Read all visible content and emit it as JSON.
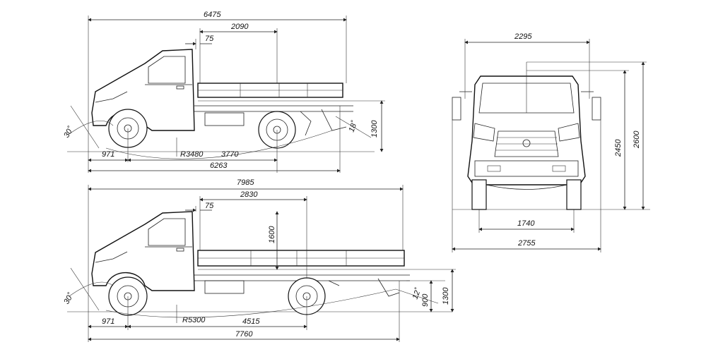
{
  "top_view": {
    "overall_length": "6475",
    "body_length": "2090",
    "cab_gap": "75",
    "front_overhang": "971",
    "turn_radius": "R3480",
    "wheelbase": "3770",
    "frame_length": "6263",
    "platform_height": "1300",
    "approach_angle": "30˚",
    "departure_angle": "18˚"
  },
  "bottom_view": {
    "overall_length": "7985",
    "body_length": "2830",
    "cab_gap": "75",
    "side_height": "1600",
    "front_overhang": "971",
    "turn_radius": "R5300",
    "wheelbase": "4515",
    "frame_length": "7760",
    "platform_height": "1300",
    "frame_height": "900",
    "approach_angle": "30˚",
    "departure_angle": "12˚"
  },
  "front_view": {
    "cab_width": "2295",
    "height_cab": "2450",
    "height_total": "2600",
    "track": "1740",
    "mirror_width": "2755"
  }
}
